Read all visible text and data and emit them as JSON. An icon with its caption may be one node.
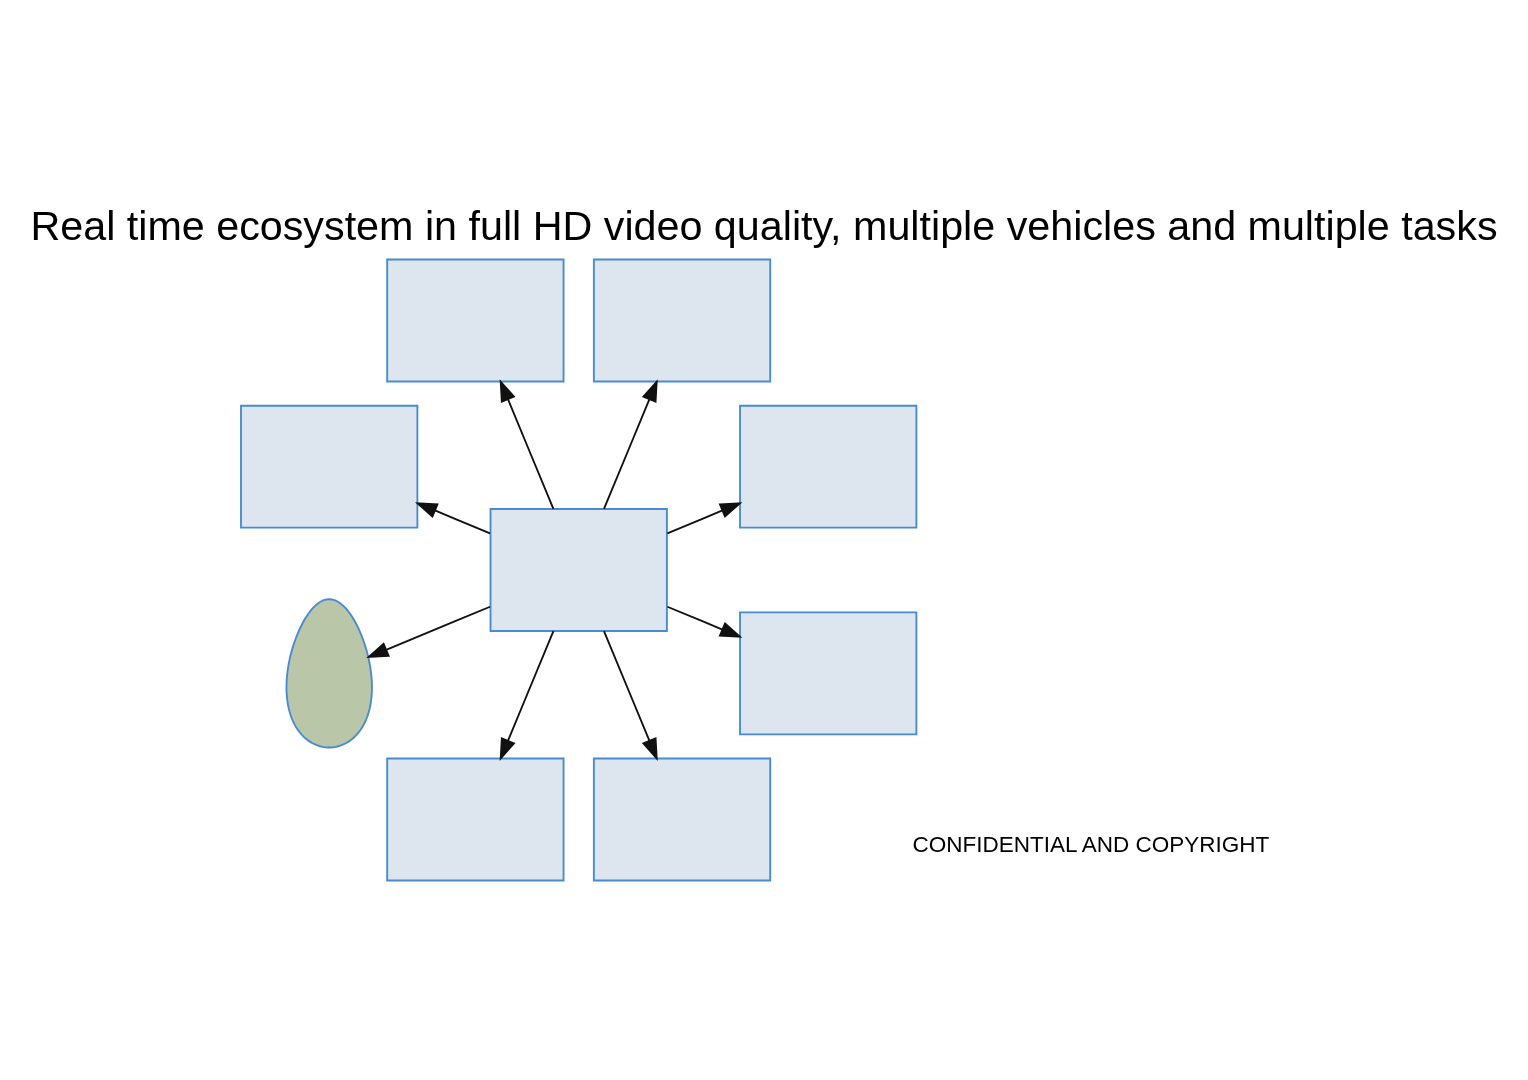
{
  "diagram": {
    "title": "Real time ecosystem in full HD video quality, multiple vehicles and multiple tasks",
    "nodes": [
      {
        "text": [],
        "shape": "box"
      },
      {
        "text": [],
        "shape": "box"
      },
      {
        "text": [],
        "shape": "box"
      },
      {
        "text": [],
        "shape": "box"
      },
      {
        "text": [],
        "shape": "box"
      },
      {
        "text": [],
        "shape": "person"
      },
      {
        "text": [],
        "shape": "box"
      },
      {
        "text": [],
        "shape": "box"
      },
      {
        "text": [],
        "shape": "box"
      }
    ],
    "edges": [
      {
        "from": 4,
        "to": 0,
        "arrow": "to"
      },
      {
        "from": 4,
        "to": 1,
        "arrow": "to"
      },
      {
        "from": 4,
        "to": 3,
        "arrow": "to"
      },
      {
        "from": 4,
        "to": 6,
        "arrow": "to"
      },
      {
        "from": 4,
        "to": 8,
        "arrow": "to"
      },
      {
        "from": 4,
        "to": 7,
        "arrow": "to"
      },
      {
        "from": 4,
        "to": 5,
        "arrow": "to"
      },
      {
        "from": 4,
        "to": 2,
        "arrow": "to"
      }
    ],
    "labels": [
      "CONFIDENTIAL AND COPYRIGHT"
    ]
  }
}
